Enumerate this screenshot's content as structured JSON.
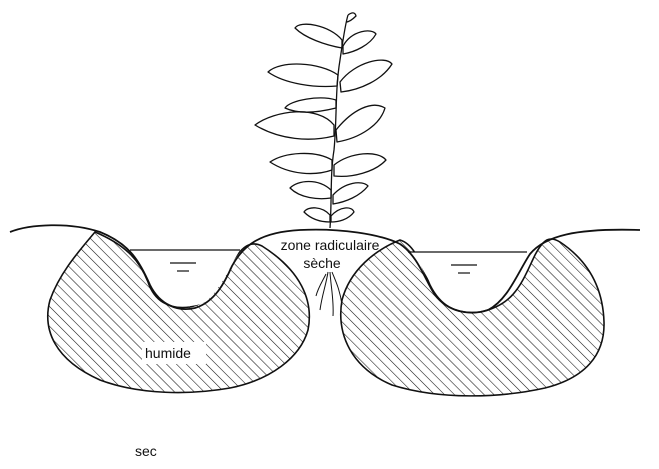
{
  "labels": {
    "root_zone_line1": "zone radiculaire",
    "root_zone_line2": "sèche",
    "wet": "humide",
    "dry": "sec"
  },
  "colors": {
    "ink": "#111111",
    "background": "#ffffff"
  }
}
